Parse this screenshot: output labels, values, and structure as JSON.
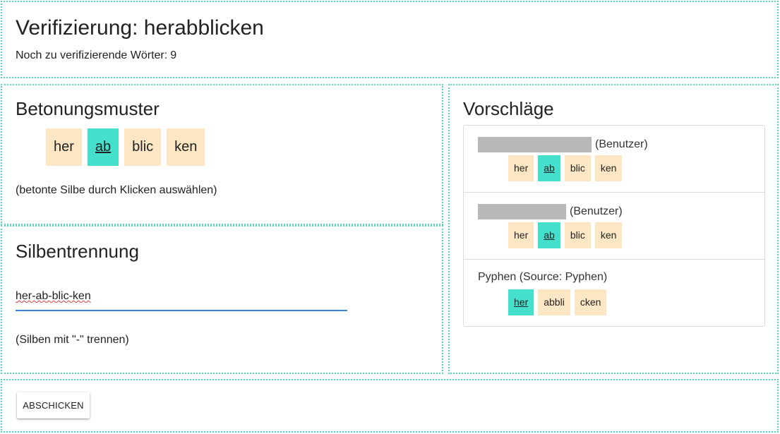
{
  "header": {
    "title": "Verifizierung: herabblicken",
    "remaining_label": "Noch zu verifizierende Wörter:",
    "remaining_count": "9"
  },
  "stress_pattern": {
    "title": "Betonungsmuster",
    "syllables": [
      {
        "text": "her",
        "stressed": false
      },
      {
        "text": "ab",
        "stressed": true
      },
      {
        "text": "blic",
        "stressed": false
      },
      {
        "text": "ken",
        "stressed": false
      }
    ],
    "hint": "(betonte Silbe durch Klicken auswählen)"
  },
  "syllabification": {
    "title": "Silbentrennung",
    "input_value": "her-ab-blic-ken",
    "hint": "(Silben mit \"-\" trennen)"
  },
  "suggestions": {
    "title": "Vorschläge",
    "items": [
      {
        "source": "(Benutzer)",
        "redacted": true,
        "syllables": [
          {
            "text": "her",
            "stressed": false
          },
          {
            "text": "ab",
            "stressed": true
          },
          {
            "text": "blic",
            "stressed": false
          },
          {
            "text": "ken",
            "stressed": false
          }
        ]
      },
      {
        "source": "(Benutzer)",
        "redacted": true,
        "syllables": [
          {
            "text": "her",
            "stressed": false
          },
          {
            "text": "ab",
            "stressed": true
          },
          {
            "text": "blic",
            "stressed": false
          },
          {
            "text": "ken",
            "stressed": false
          }
        ]
      },
      {
        "source": "Pyphen (Source: Pyphen)",
        "redacted": false,
        "syllables": [
          {
            "text": "her",
            "stressed": true
          },
          {
            "text": "abbli",
            "stressed": false
          },
          {
            "text": "cken",
            "stressed": false
          }
        ]
      }
    ]
  },
  "footer": {
    "submit_label": "ABSCHICKEN"
  },
  "colors": {
    "panel_border": "#52d6c3",
    "syllable_bg": "#fde6c4",
    "stressed_bg": "#44e0cc",
    "input_underline": "#3b82d6",
    "redaction": "#b8b8b8"
  }
}
